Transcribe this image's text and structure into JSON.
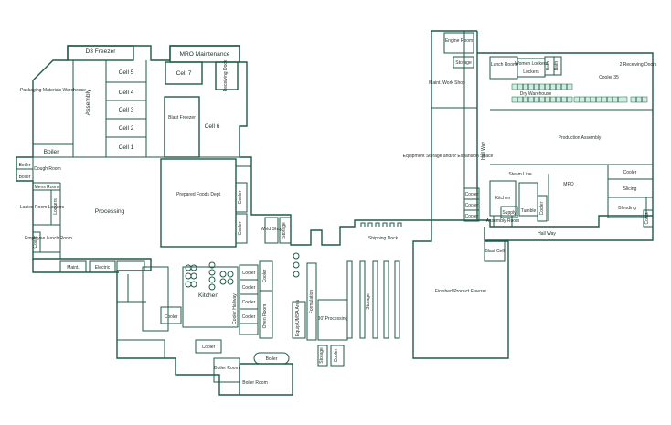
{
  "rooms": {
    "d3_freezer": "D3 Freezer",
    "mro_maintenance": "MRO Maintenance",
    "cell5": "Cell 5",
    "cell4": "Cell 4",
    "cell3": "Cell 3",
    "cell2": "Cell 2",
    "cell1": "Cell 1",
    "cell7": "Cell 7",
    "cell6": "Cell 6",
    "receiving_dock": "Receiving Dock",
    "packaging_materials_warehouse": "Packaging Materials Warehouse",
    "assembly": "Assembly",
    "blast_freezer": "Blast Freezer",
    "boiler_left_1": "Boiler",
    "boiler_left_2": "Boiler",
    "boiler_upper": "Boiler",
    "dough_room": "Dough Room",
    "processing": "Processing",
    "mens_room": "Mens Room",
    "ladies_room_lockers": "Ladies Room Lockers",
    "lockers": "Lockers",
    "employee_lunch_room": "Employee Lunch Room",
    "coats": "Coats",
    "prepared_foods_dept": "Prepared Foods Dept",
    "cooler_a": "Cooler",
    "cooler_b": "Cooler",
    "weld_shop": "Weld Shop",
    "storage_a": "Storage",
    "maint": "Maint.",
    "electric": "Electric",
    "kitchen": "Kitchen",
    "cooler_c": "Cooler",
    "cooler_d": "Cooler",
    "cooler_e": "Cooler",
    "cooler_f": "Cooler",
    "cooler_g": "Cooler",
    "cooler_h": "Cooler",
    "cooler_tall": "Cooler",
    "cooler_hallway": "Cooler Hallway",
    "oven_room": "Oven Room",
    "equip_umsa_area": "Equip UMSA Area",
    "formulation": "Formulation",
    "processing_30": "30' Processing",
    "storage_b": "Storage",
    "storage_c": "Storage",
    "cooler_i": "Cooler",
    "boiler_bottom_1": "Boiler Room",
    "boiler_bottom_2": "Boiler Room",
    "boiler_tank": "Boiler",
    "shipping_dock": "Shipping Dock",
    "finished_product_freezer": "Finished Product Freezer",
    "blast_cell": "Blast Cell",
    "engine_room": "Engine Room",
    "storage_d": "Storage",
    "maint_work_shop": "Maint. Work Shop",
    "equipment_storage": "Equipment Storage and/or Expansion Space",
    "hall_way_vertical": "Hall Way",
    "cooler_j": "Cooler",
    "cooler_k": "Cooler",
    "cooler_l": "Cooler",
    "lunch_room": "Lunch Room",
    "women_lockers": "Women Lockers",
    "lockers_b": "Lockers",
    "bath_1": "Bath",
    "bath_2": "Bath",
    "dry_warehouse": "Dry Warehouse",
    "cooler_35": "Cooler 35",
    "receiving_doors_2": "2 Receiving Doors",
    "production_assembly": "Production Assembly",
    "steam_line": "Steam Line",
    "mpo": "MPO",
    "cooler_m": "Cooler",
    "slicing": "Slicing",
    "blending": "Blending",
    "coats_b": "Coats",
    "kitchen_b": "Kitchen",
    "tumble": "Tumble",
    "supply": "Supply",
    "cooler_n": "Cooler",
    "assembly_room": "Assembly Room",
    "hall_way_horizontal": "Hall Way"
  },
  "colors": {
    "wall": "#1f5a4a",
    "grid_fill": "#cfeee0",
    "text": "#1a2e28"
  }
}
